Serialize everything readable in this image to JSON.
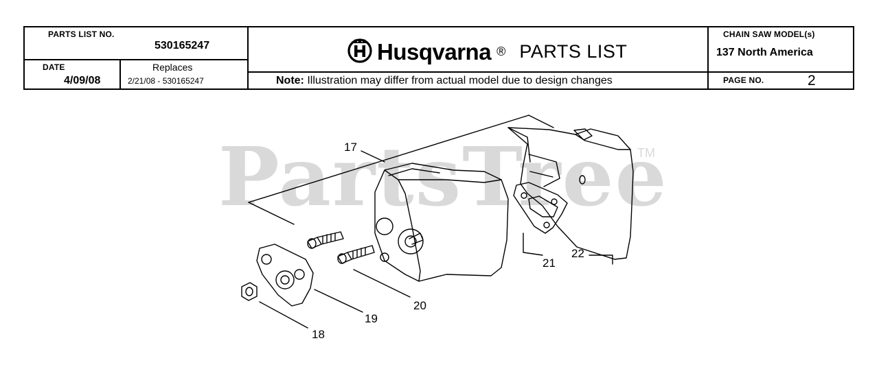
{
  "header": {
    "parts_list_no_label": "PARTS LIST NO.",
    "parts_list_no": "530165247",
    "date_label": "DATE",
    "date": "4/09/08",
    "replaces_label": "Replaces",
    "replaces_value": "2/21/08 - 530165247",
    "brand": "Husqvarna",
    "brand_registered": "®",
    "title": "PARTS LIST",
    "note_label": "Note:",
    "note_text": "Illustration may differ from actual model due to design changes",
    "model_label": "CHAIN SAW MODEL(s)",
    "model": "137 North America",
    "page_label": "PAGE  NO.",
    "page_no": "2"
  },
  "watermark": {
    "text": "PartsTree",
    "tm": "TM"
  },
  "callouts": [
    "17",
    "18",
    "19",
    "20",
    "21",
    "22"
  ],
  "colors": {
    "line": "#000000",
    "watermark": "#d9d9d9"
  }
}
